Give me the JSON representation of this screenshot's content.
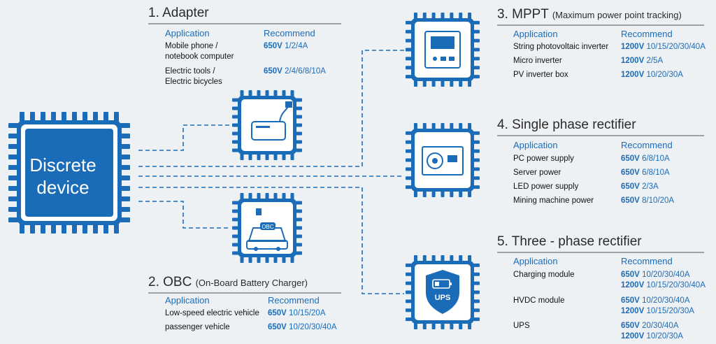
{
  "center": {
    "line1": "Discrete",
    "line2": "device"
  },
  "obc_badge": "OBC",
  "ups_badge": "UPS",
  "colors": {
    "chip": "#1a6cb8",
    "accent": "#1a6cb8",
    "dash": "#1a6cb8"
  },
  "sections": {
    "adapter": {
      "title": "1. Adapter",
      "sub": "",
      "app_header": "Application",
      "rec_header": "Recommend",
      "rows": [
        {
          "app": [
            "Mobile phone /",
            "notebook computer"
          ],
          "rec": [
            {
              "v": "650V",
              "a": "1/2/4A"
            }
          ]
        },
        {
          "app": [
            "Electric tools /",
            "Electric bicycles"
          ],
          "rec": [
            {
              "v": "650V",
              "a": "2/4/6/8/10A"
            }
          ]
        }
      ]
    },
    "obc": {
      "title": "2. OBC",
      "sub": "(On-Board Battery Charger)",
      "app_header": "Application",
      "rec_header": "Recommend",
      "rows": [
        {
          "app": [
            "Low-speed electric vehicle"
          ],
          "rec": [
            {
              "v": "650V",
              "a": "10/15/20A"
            }
          ]
        },
        {
          "app": [
            "passenger vehicle"
          ],
          "rec": [
            {
              "v": "650V",
              "a": "10/20/30/40A"
            }
          ]
        }
      ]
    },
    "mppt": {
      "title": "3. MPPT",
      "sub": "(Maximum power point tracking)",
      "app_header": "Application",
      "rec_header": "Recommend",
      "rows": [
        {
          "app": [
            "String photovoltaic inverter"
          ],
          "rec": [
            {
              "v": "1200V",
              "a": "10/15/20/30/40A"
            }
          ]
        },
        {
          "app": [
            "Micro inverter"
          ],
          "rec": [
            {
              "v": "1200V",
              "a": "2/5A"
            }
          ]
        },
        {
          "app": [
            "PV inverter box"
          ],
          "rec": [
            {
              "v": "1200V",
              "a": "10/20/30A"
            }
          ]
        }
      ]
    },
    "single": {
      "title": "4. Single phase rectifier",
      "sub": "",
      "app_header": "Application",
      "rec_header": "Recommend",
      "rows": [
        {
          "app": [
            "PC power supply"
          ],
          "rec": [
            {
              "v": "650V",
              "a": "6/8/10A"
            }
          ]
        },
        {
          "app": [
            "Server power"
          ],
          "rec": [
            {
              "v": "650V",
              "a": "6/8/10A"
            }
          ]
        },
        {
          "app": [
            "LED power supply"
          ],
          "rec": [
            {
              "v": "650V",
              "a": "2/3A"
            }
          ]
        },
        {
          "app": [
            "Mining machine power"
          ],
          "rec": [
            {
              "v": "650V",
              "a": "8/10/20A"
            }
          ]
        }
      ]
    },
    "three": {
      "title": "5. Three - phase rectifier",
      "sub": "",
      "app_header": "Application",
      "rec_header": "Recommend",
      "rows": [
        {
          "app": [
            "Charging module"
          ],
          "rec": [
            {
              "v": "650V",
              "a": "10/20/30/40A"
            },
            {
              "v": "1200V",
              "a": "10/15/20/30/40A"
            }
          ]
        },
        {
          "app": [
            "HVDC module"
          ],
          "rec": [
            {
              "v": "650V",
              "a": "10/20/30/40A"
            },
            {
              "v": "1200V",
              "a": "10/15/20/30A"
            }
          ]
        },
        {
          "app": [
            "UPS"
          ],
          "rec": [
            {
              "v": "650V",
              "a": "20/30/40A"
            },
            {
              "v": "1200V",
              "a": "10/20/30A"
            }
          ]
        }
      ]
    }
  }
}
